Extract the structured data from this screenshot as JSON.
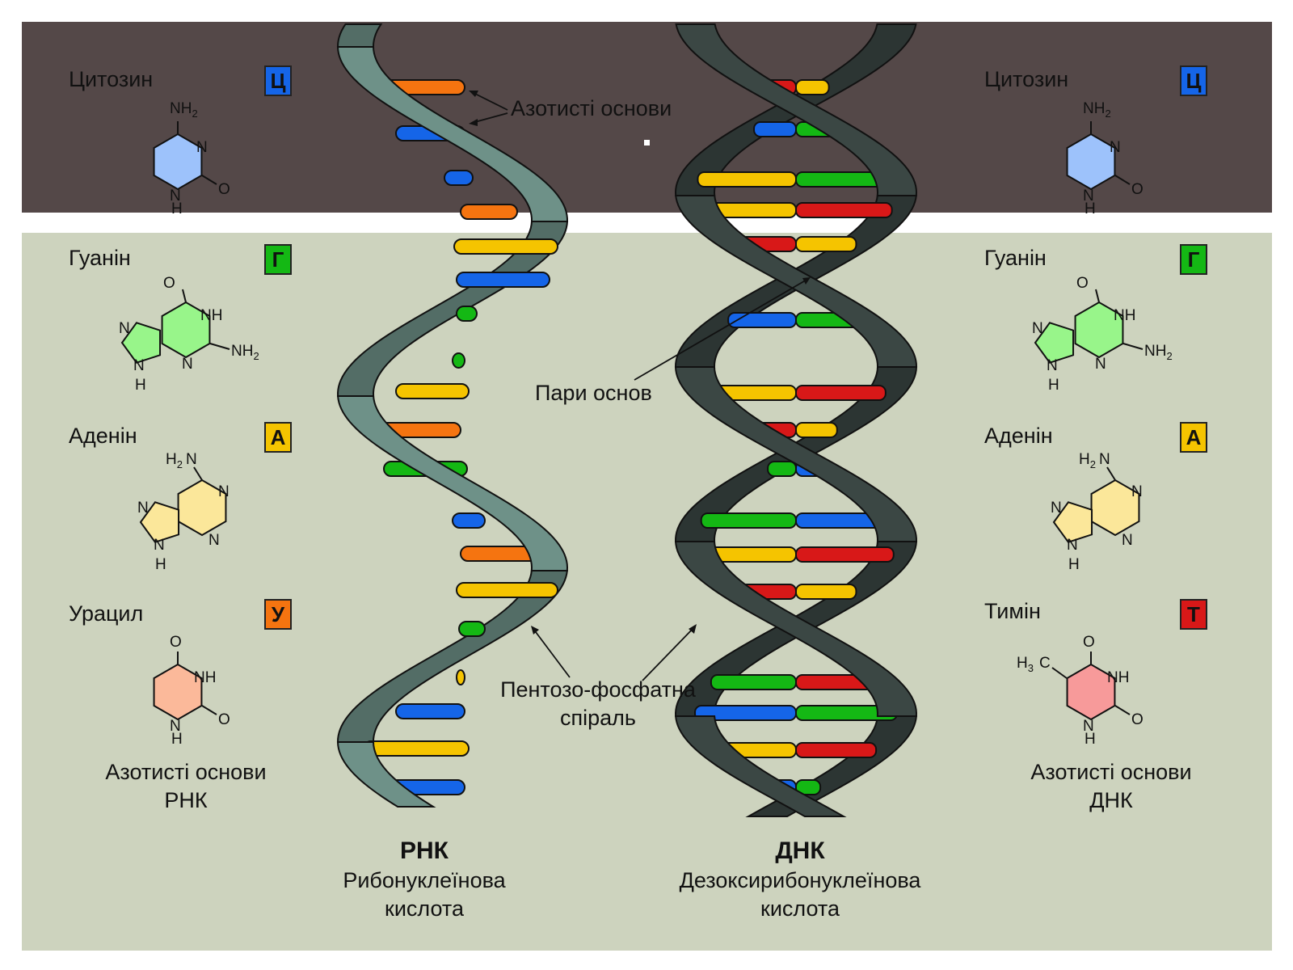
{
  "rna_bases": [
    {
      "name": "Цитозин",
      "letter": "Ц",
      "color": "#1565e8",
      "fill": "#9dc2fb"
    },
    {
      "name": "Гуанін",
      "letter": "Г",
      "color": "#14b814",
      "fill": "#98f58a"
    },
    {
      "name": "Аденін",
      "letter": "А",
      "color": "#f5c400",
      "fill": "#fbe79a"
    },
    {
      "name": "Урацил",
      "letter": "У",
      "color": "#f57410",
      "fill": "#fbb99a"
    }
  ],
  "dna_bases": [
    {
      "name": "Цитозин",
      "letter": "Ц",
      "color": "#1565e8",
      "fill": "#9dc2fb"
    },
    {
      "name": "Гуанін",
      "letter": "Г",
      "color": "#14b814",
      "fill": "#98f58a"
    },
    {
      "name": "Аденін",
      "letter": "А",
      "color": "#f5c400",
      "fill": "#fbe79a"
    },
    {
      "name": "Тимін",
      "letter": "Т",
      "color": "#d81818",
      "fill": "#f79a9a"
    }
  ],
  "rna_bases_caption": [
    "Азотисті основи",
    "РНК"
  ],
  "dna_bases_caption": [
    "Азотисті основи",
    "ДНК"
  ],
  "labels": {
    "nitrogen_bases": "Азотисті основи",
    "base_pairs": "Пари основ",
    "backbone_line1": "Пентозо-фосфатна",
    "backbone_line2": "спіраль"
  },
  "rna_caption": {
    "abbr": "РНК",
    "line1": "Рибонуклеїнова",
    "line2": "кислота"
  },
  "dna_caption": {
    "abbr": "ДНК",
    "line1": "Дезоксирибонуклеїнова",
    "line2": "кислота"
  },
  "chem_text": {
    "nh": "NH",
    "nh2": "NH",
    "h2n": "H",
    "n": "N",
    "o": "O",
    "h": "H",
    "h3c": "H",
    "sub2": "2",
    "sub3": "3",
    "c": "C"
  },
  "colors": {
    "rna_backbone": "#6e9188",
    "dna_backbone": "#3b4744",
    "top_band": "#544848",
    "bottom_band": "#cdd3be",
    "cytosine": "#1565e8",
    "guanine": "#14b814",
    "adenine": "#f5c400",
    "uracil": "#f57410",
    "thymine": "#d81818"
  }
}
